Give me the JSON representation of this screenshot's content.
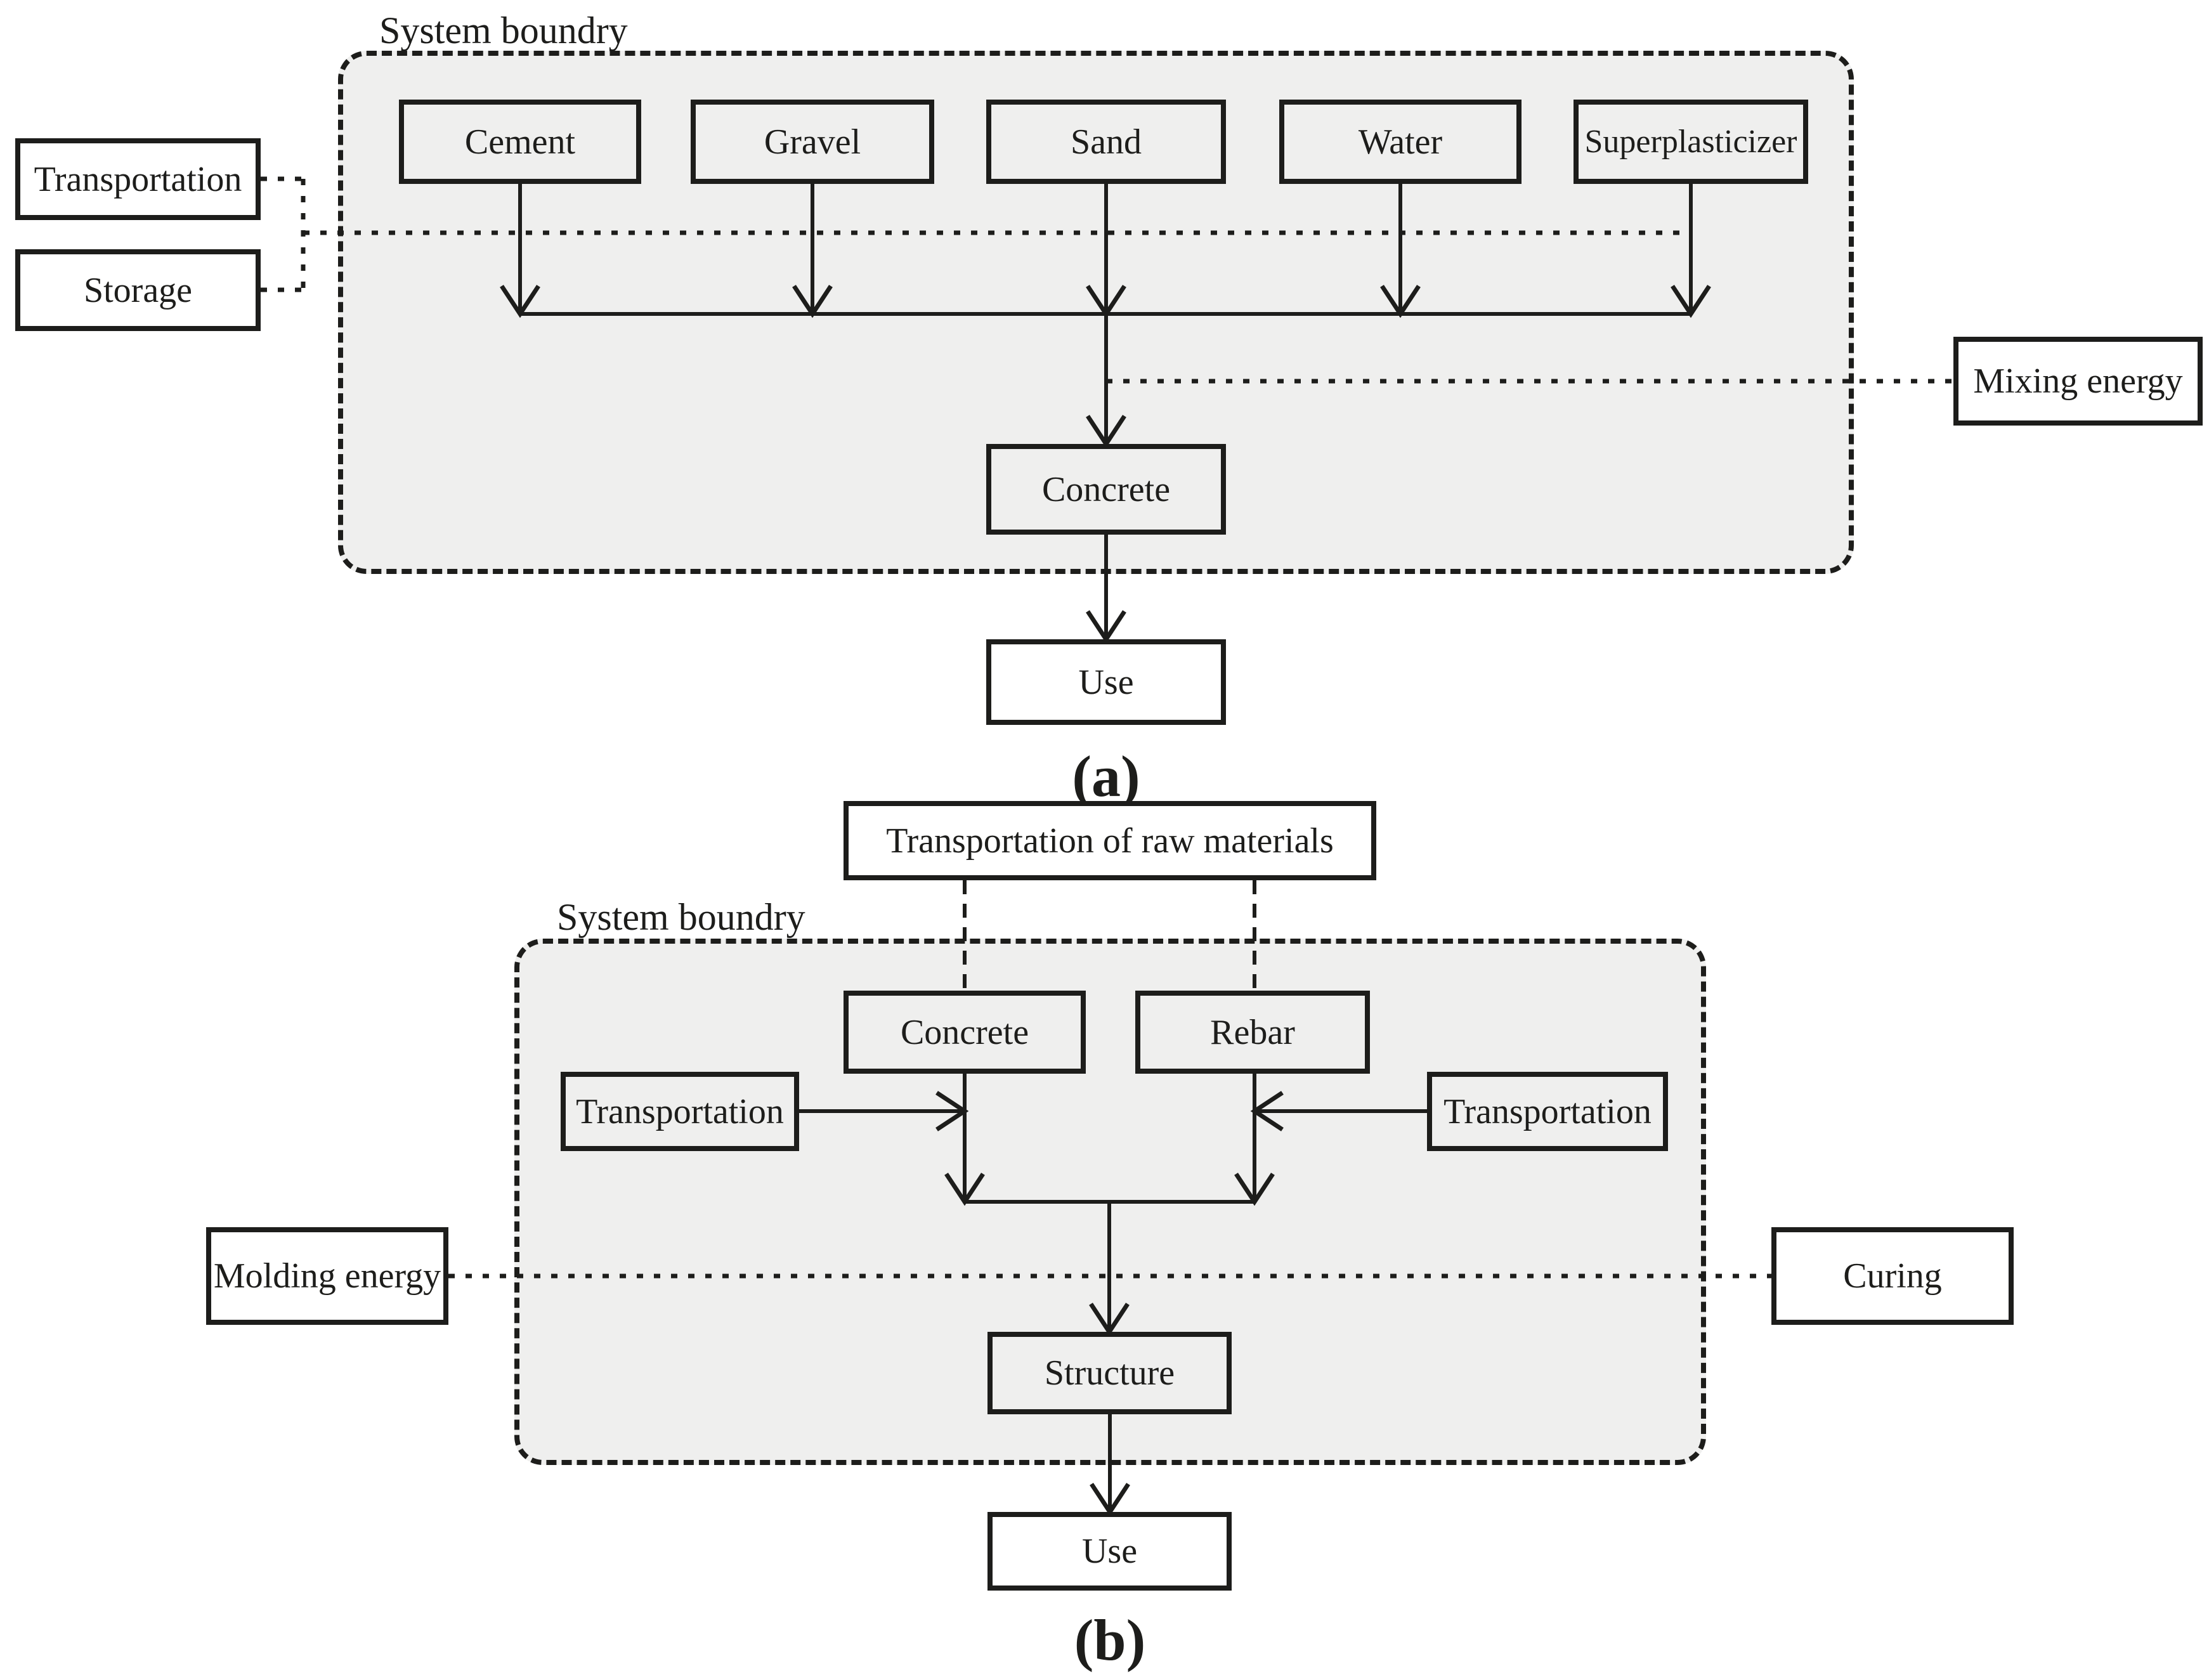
{
  "colors": {
    "line": "#1d1d1b",
    "boundary_fill": "#efefee",
    "outside_box_fill": "#ffffff"
  },
  "diagram_a": {
    "boundary_label": "System boundry",
    "caption": "(a)",
    "materials": [
      "Cement",
      "Gravel",
      "Sand",
      "Water",
      "Superplasticizer"
    ],
    "inputs": {
      "transportation": "Transportation",
      "storage": "Storage",
      "mixing_energy": "Mixing energy"
    },
    "nodes": {
      "concrete": "Concrete",
      "use": "Use"
    }
  },
  "diagram_b": {
    "boundary_label": "System boundry",
    "caption": "(b)",
    "nodes": {
      "transportation_of_raw_materials": "Transportation of raw materials",
      "concrete": "Concrete",
      "rebar": "Rebar",
      "transportation_left": "Transportation",
      "transportation_right": "Transportation",
      "molding_energy": "Molding energy",
      "curing": "Curing",
      "structure": "Structure",
      "use": "Use"
    }
  }
}
